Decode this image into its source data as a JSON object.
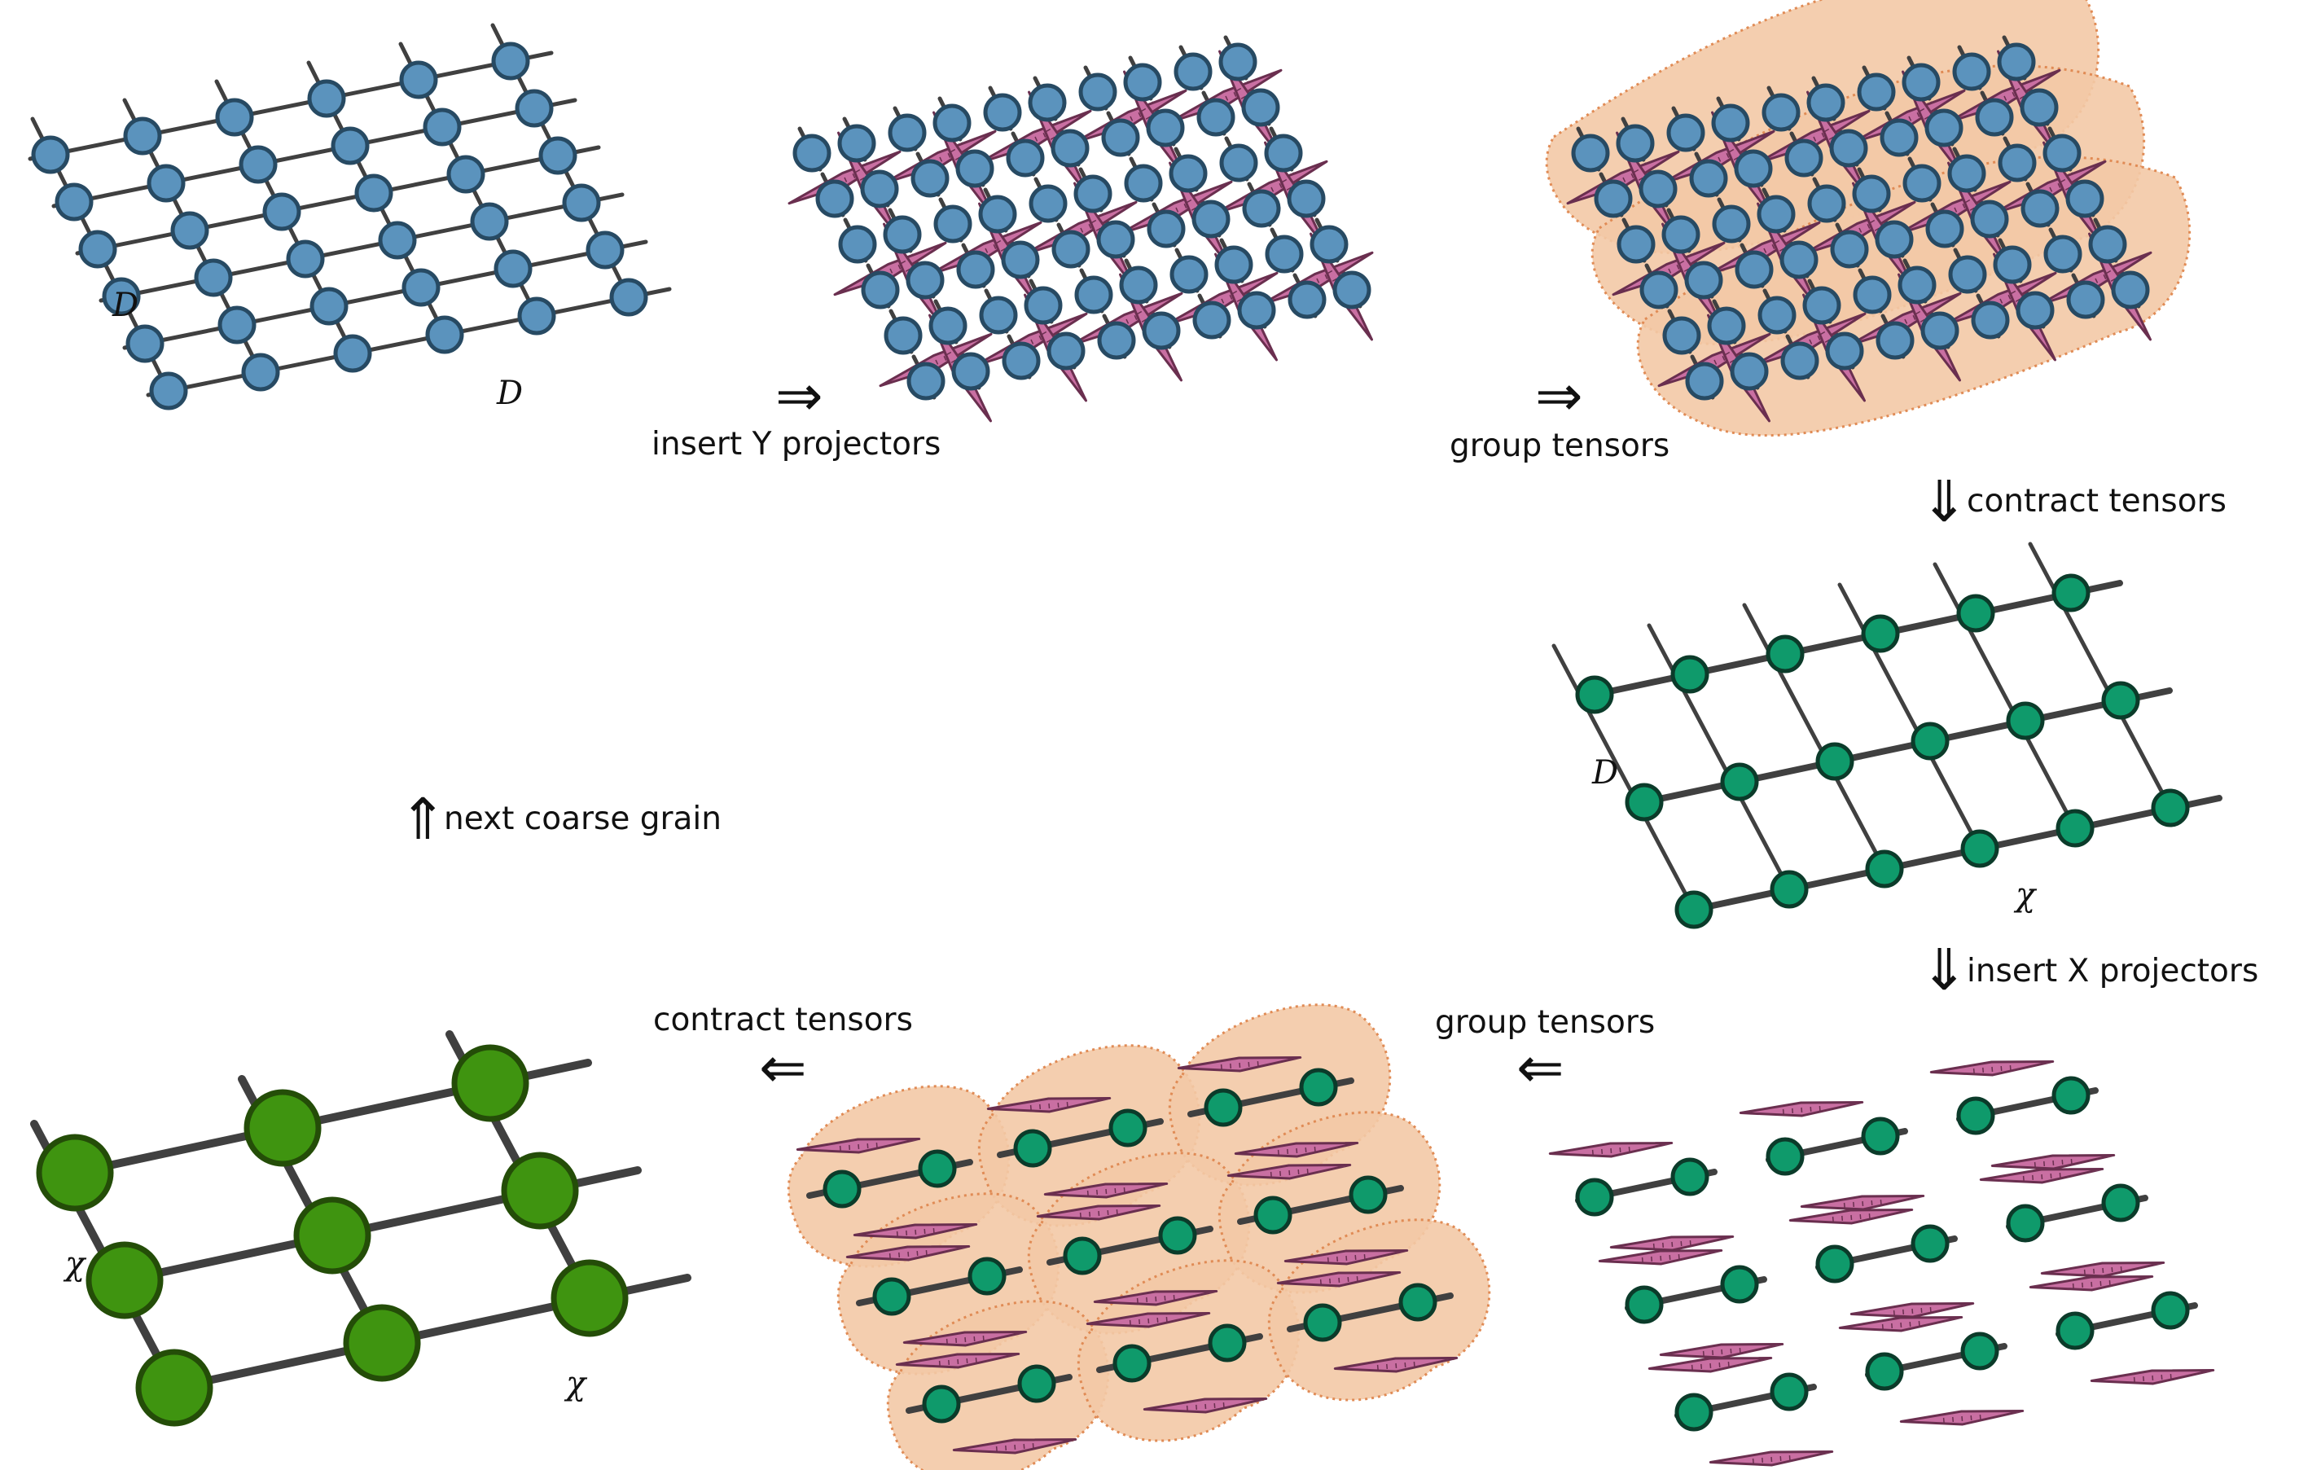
{
  "colors": {
    "line": "#404040",
    "blue_fill": "#5b93bd",
    "blue_stroke": "#274a63",
    "teal_fill": "#0f9a6b",
    "teal_stroke": "#0b3b2a",
    "green_fill": "#3f9410",
    "green_stroke": "#244d08",
    "projector_fill": "#c96fa2",
    "projector_stroke": "#6a2f4f",
    "group_fill": "#f3c9a6",
    "group_stroke": "#e08b55"
  },
  "steps": [
    {
      "id": "insert-y",
      "arrow": "⇒",
      "caption": "insert Y projectors"
    },
    {
      "id": "group-1",
      "arrow": "⇒",
      "caption": "group tensors"
    },
    {
      "id": "contract-1",
      "arrow": "⇓",
      "caption": "contract tensors"
    },
    {
      "id": "insert-x",
      "arrow": "⇓",
      "caption": "insert X projectors"
    },
    {
      "id": "group-2",
      "arrow": "⇐",
      "caption": "group tensors"
    },
    {
      "id": "contract-2",
      "arrow": "⇐",
      "caption": "contract tensors"
    },
    {
      "id": "next",
      "arrow": "⇑",
      "caption": "next coarse grain"
    }
  ],
  "bond_labels": {
    "initial_vertical": "D",
    "initial_horizontal": "D",
    "contracted_vertical": "D",
    "contracted_horizontal": "χ",
    "final_vertical": "χ",
    "final_horizontal": "χ"
  },
  "lattices": {
    "initial": {
      "rows": 6,
      "cols": 6
    },
    "after_y_contraction": {
      "rows": 3,
      "cols": 6
    },
    "final": {
      "rows": 3,
      "cols": 3
    }
  }
}
